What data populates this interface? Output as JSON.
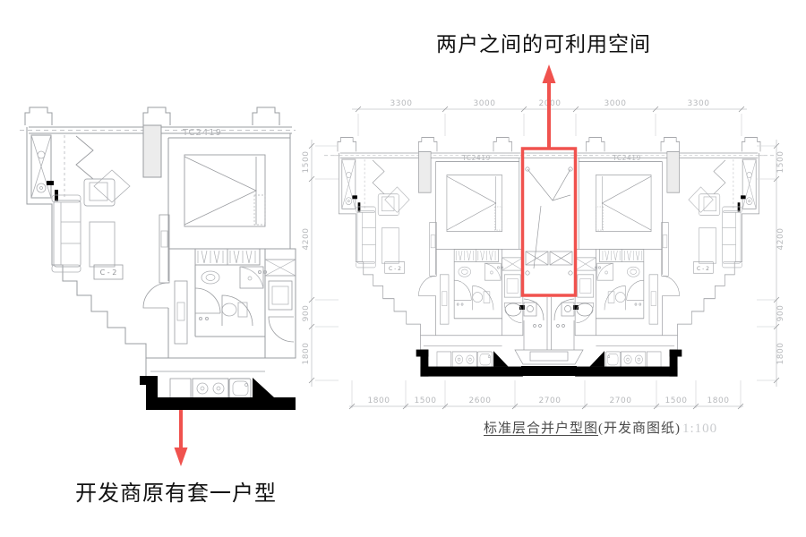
{
  "annotations": {
    "gap_label": "两户之间的可利用空间",
    "original_unit_label": "开发商原有套一户型"
  },
  "caption": {
    "title": "标准层合并户型图",
    "suffix": "(开发商图纸)",
    "scale": "1:100"
  },
  "left_plan": {
    "unit_code": "TC2419",
    "room_code": "C - 2"
  },
  "right_plan": {
    "unit_code_left": "TC2419",
    "unit_code_right": "TC2419",
    "room_code_left": "C - 2",
    "room_code_right": "C - 2",
    "dims_top": [
      "3300",
      "3000",
      "2000",
      "3000",
      "3300"
    ],
    "dims_bottom": [
      "1800",
      "1500",
      "2600",
      "2700",
      "2700",
      "1500",
      "1800"
    ],
    "dims_left": [
      "1500",
      "4200",
      "900",
      "1800"
    ],
    "dims_right": [
      "1500",
      "4200",
      "900",
      "1800"
    ]
  },
  "colors": {
    "plan_line": "#9a9ca0",
    "furniture_line": "#aeb0b4",
    "dim_line": "#c3c5c8",
    "accent_wall": "#000000",
    "highlight": "#f0524e",
    "caption_text": "#4a4a4a",
    "caption_scale": "#c9cbce"
  }
}
